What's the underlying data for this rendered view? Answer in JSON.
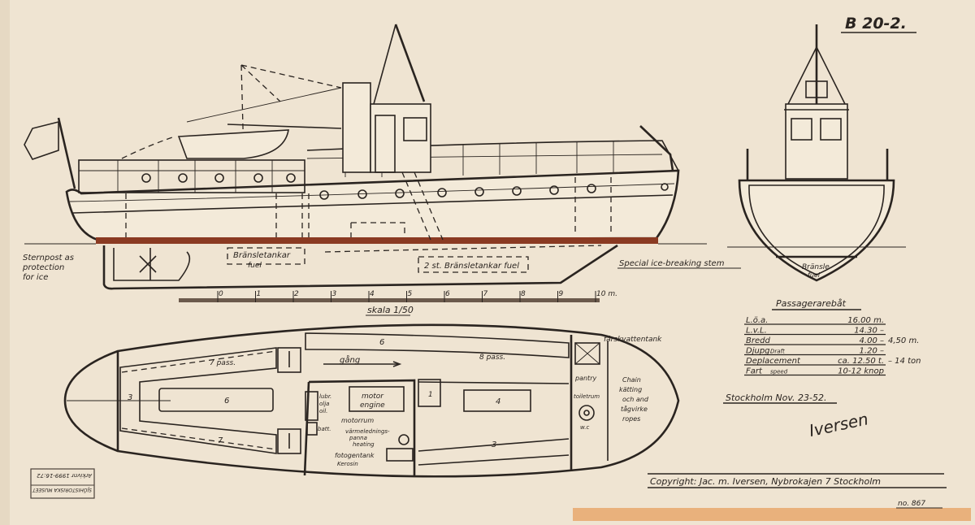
{
  "drawing_number": "B 20-2.",
  "side_view": {
    "sternpost_note": [
      "Sternpost as",
      "protection",
      "for ice"
    ],
    "fuel_tank_aft": "Bränsletankar",
    "fuel_tank_aft_en": "fuel",
    "fuel_tank_fwd": "2 st. Bränsletankar fuel",
    "stem_note": "Special ice-breaking stem"
  },
  "scale_bar": {
    "ticks": [
      "0",
      "1",
      "2",
      "3",
      "4",
      "5",
      "6",
      "7",
      "8",
      "9",
      "10 m."
    ],
    "label": "skala 1/50"
  },
  "front_view": {
    "fuel_label": "Bränsle",
    "fuel_label_en": "fuel"
  },
  "plan_view": {
    "aft_seat_count": "3",
    "port_seats": "7 pass.",
    "table_aft": "6",
    "starboard_seats_aft": "7",
    "top_bench": "6",
    "passage": "gång",
    "fwd_seats": "8 pass.",
    "lube_oil": [
      "lubr.",
      "olja",
      "oil."
    ],
    "battery": "batt.",
    "motor": "motor",
    "engine": "engine",
    "motor_room": "motorrum",
    "heating_boiler": [
      "värmelednings-",
      "panna",
      "heating"
    ],
    "kerosene_tank": "fotogentank",
    "kerosene_en": "Kerosin",
    "stair_num": "1",
    "table_fwd": "4",
    "bottom_bench": "3",
    "fresh_water_tank": "färskvattentank",
    "pantry": "pantry",
    "toilet": "toiletrum",
    "wc": "w.c",
    "chain": "Chain",
    "chain_sv": "kätting",
    "and": "och  and",
    "ropes_sv": "tågvirke",
    "ropes": "ropes"
  },
  "specs": {
    "title": "Passagerarebåt",
    "rows": [
      {
        "label": "L.ö.a.",
        "sub": "",
        "value": "16.00 m.",
        "note": ""
      },
      {
        "label": "L.v.L.",
        "sub": "",
        "value": "14.30 –",
        "note": ""
      },
      {
        "label": "Bredd",
        "sub": "",
        "value": "4.00 –",
        "note": "4,50 m."
      },
      {
        "label": "Djupg.",
        "sub": "Draft",
        "value": "1.20 –",
        "note": ""
      },
      {
        "label": "Deplacement",
        "sub": "",
        "value": "ca. 12.50 t.",
        "note": "– 14 ton"
      },
      {
        "label": "Fart",
        "sub": "speed",
        "value": "10-12 knop",
        "note": ""
      }
    ]
  },
  "place_date": "Stockholm Nov. 23-52.",
  "signature": "Iversen",
  "copyright": "Copyright:  Jac. m. Iversen, Nybrokajen 7  Stockholm",
  "sheet_no": "no. 867",
  "stamp": {
    "line1": "SJÖHISTORISKA MUSEET",
    "line2": "Arkivnr 1999-16:72"
  },
  "colors": {
    "paper": "#efe4d2",
    "ink": "#2a2420",
    "waterline": "#8a3a22",
    "tape": "#e9b17c"
  }
}
